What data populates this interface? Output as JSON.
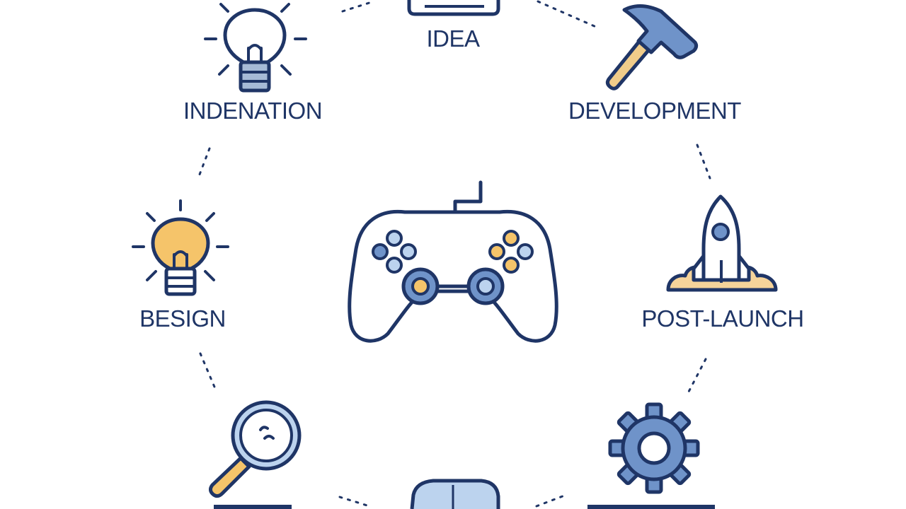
{
  "stages": {
    "idea": "IDEA",
    "indenation": "INDENATION",
    "development": "DEVELOPMENT",
    "design": "BESIGN",
    "post_launch": "POST-LAUNCH"
  },
  "colors": {
    "outline": "#1f3566",
    "blue_fill": "#6f93c9",
    "light_blue": "#bcd3ee",
    "accent_yellow": "#f5c46a",
    "handle_tan": "#f0cc8a"
  },
  "icons": [
    "monitor-icon",
    "lightbulb-icon",
    "hammer-icon",
    "gamepad-icon",
    "rocket-icon",
    "magnifier-icon",
    "gear-icon",
    "mug-icon"
  ]
}
